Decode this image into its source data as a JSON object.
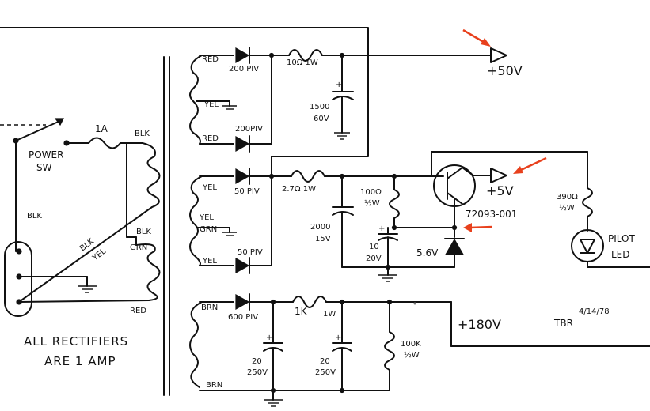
{
  "labels": {
    "red_top": "RED",
    "yel_top": "YEL",
    "red_bottom": "RED",
    "piv_200_a": "200 PIV",
    "piv_200_b": "200PIV",
    "res_10": "10Ω 1W",
    "cap_1500": "1500",
    "cap_1500_v": "60V",
    "plus_50v": "+50V",
    "power": "POWER",
    "sw": "SW",
    "fuse_1a": "1A",
    "blk_a": "BLK",
    "blk_b": "BLK",
    "blk_c": "BLK",
    "blk_d": "BLK",
    "yel_wire": "YEL",
    "grn_a": "GRN",
    "red_c": "RED",
    "yel_2a": "YEL",
    "yel_2b": "YEL",
    "grn_2": "GRN",
    "yel_2c": "YEL",
    "piv_50_a": "50 PIV",
    "piv_50_b": "50 PIV",
    "res_2_7": "2.7Ω 1W",
    "cap_2000": "2000",
    "cap_2000_v": "15V",
    "res_100": "100Ω",
    "res_100_w": "½W",
    "cap_10": "10",
    "cap_10_v": "20V",
    "zener": "5.6V",
    "transistor": "72093-001",
    "plus_5v": "+5V",
    "res_390": "390Ω",
    "res_390_w": "½W",
    "pilot": "PILOT",
    "led": "LED",
    "brn_a": "BRN",
    "brn_b": "BRN",
    "piv_600": "600 PIV",
    "res_1k": "1K",
    "res_1k_w": "1W",
    "cap_20_a": "20",
    "cap_20_a_v": "250V",
    "cap_20_b": "20",
    "cap_20_b_v": "250V",
    "res_100k": "100K",
    "res_100k_w": "½W",
    "plus_180v": "+180V",
    "signature": "TBR",
    "date": "4/14/78",
    "note_line1": "ALL RECTIFIERS",
    "note_line2": "ARE 1 AMP"
  },
  "colors": {
    "ink": "#111111",
    "arrow": "#e8401c"
  }
}
